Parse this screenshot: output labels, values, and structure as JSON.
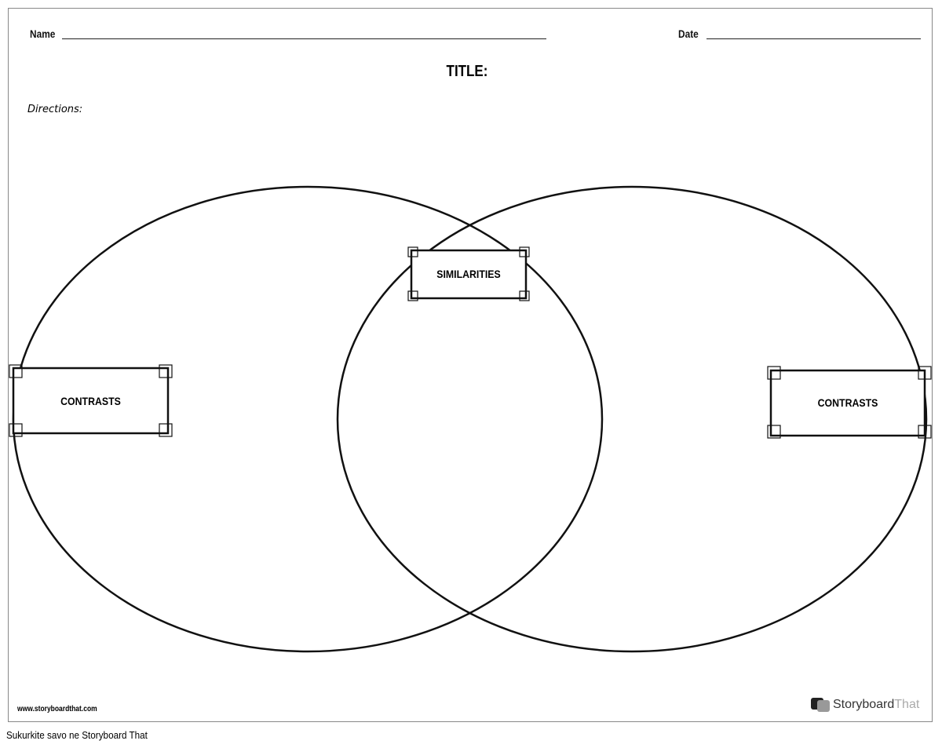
{
  "worksheet": {
    "name_label": "Name",
    "date_label": "Date",
    "title_label": "TITLE:",
    "directions_label": "Directions:",
    "similarities_label": "SIMILARITIES",
    "left_contrasts_label": "CONTRASTS",
    "right_contrasts_label": "CONTRASTS",
    "website": "www.storyboardthat.com",
    "logo_text_main": "Storyboard",
    "logo_text_accent": "That"
  },
  "footer": {
    "text": "Sukurkite savo ne Storyboard That"
  }
}
